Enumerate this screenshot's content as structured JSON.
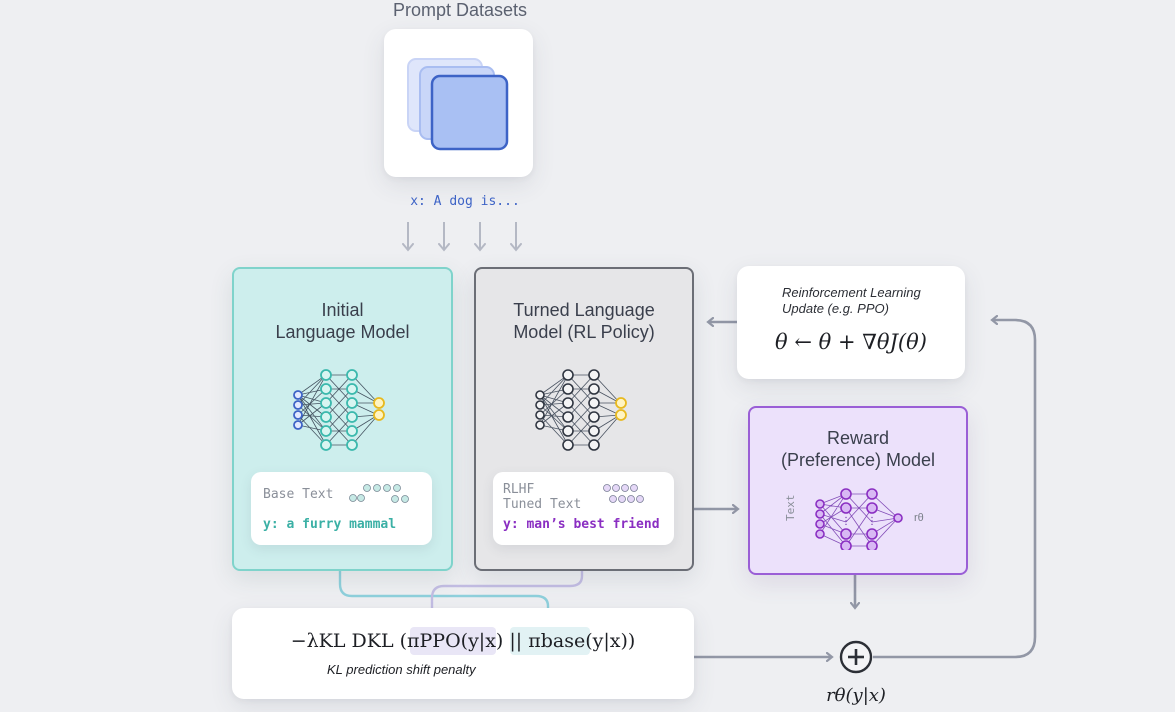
{
  "prompt_datasets": {
    "title": "Prompt Datasets"
  },
  "prompt_input": "x: A dog is...",
  "initial_model": {
    "title_line1": "Initial",
    "title_line2": "Language Model",
    "text_label": "Base Text",
    "output": "y: a furry mammal"
  },
  "tuned_model": {
    "title_line1": "Turned Language",
    "title_line2": "Model (RL Policy)",
    "text_label_line1": "RLHF",
    "text_label_line2": "Tuned Text",
    "output": "y: man’s best friend"
  },
  "rl_update": {
    "title_line1": "Reinforcement Learning",
    "title_line2": "Update (e.g. PPO)",
    "formula": "θ ← θ + ∇θJ(θ)"
  },
  "reward_model": {
    "title_line1": "Reward",
    "title_line2": "(Preference) Model",
    "input_label": "Text",
    "output_label": "rθ"
  },
  "kl_penalty": {
    "formula": "−λKL DKL (πPPO(y|x) || πbase(y|x))",
    "caption": "KL prediction shift penalty"
  },
  "reward_output": "rθ(y|x)",
  "colors": {
    "background": "#eeeff2",
    "teal": "#4fc2b6",
    "gray": "#5a5d66",
    "purple": "#9a3fd0",
    "blue": "#3d63c6",
    "arrow": "#9297a6"
  }
}
